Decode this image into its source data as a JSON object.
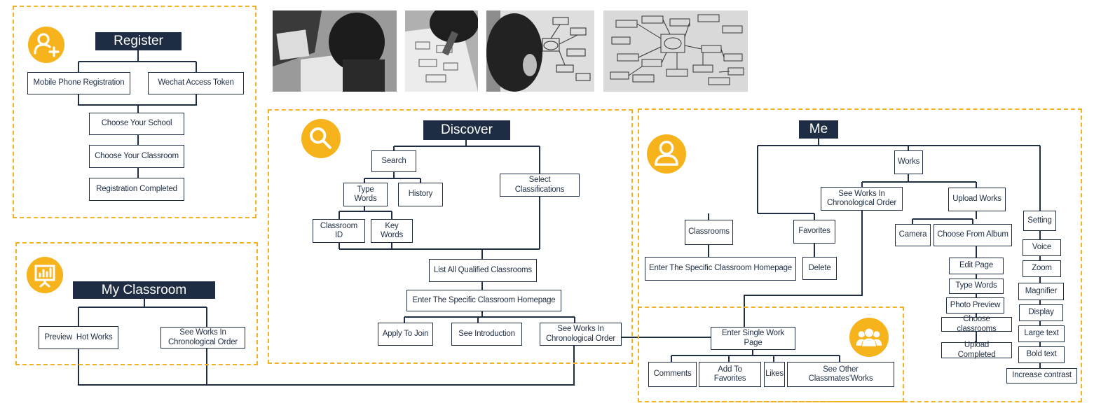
{
  "colors": {
    "line": "#1f2e42",
    "title_bg": "#1f2d44",
    "accent": "#f6b31c",
    "frame": "#f3b224"
  },
  "register": {
    "title": "Register",
    "mobile": "Mobile Phone Registration",
    "wechat": "Wechat Access Token",
    "school": "Choose Your School",
    "classroom": "Choose Your Classroom",
    "completed": "Registration Completed"
  },
  "my_classroom": {
    "title": "My Classroom",
    "preview": "Preview  Hot Works",
    "see_works": "See Works In Chronological Order"
  },
  "discover": {
    "title": "Discover",
    "search": "Search",
    "type_words": "Type Words",
    "history": "History",
    "classroom_id": "Classroom ID",
    "key_words": "Key Words",
    "select_classifications": "Select Classifications",
    "list_all": "List All Qualified Classrooms",
    "enter_homepage": "Enter The Specific Classroom Homepage",
    "apply": "Apply To Join",
    "introduction": "See Introduction",
    "see_works": "See Works In Chronological Order"
  },
  "me": {
    "title": "Me",
    "works": "Works",
    "see_works": "See Works In Chronological Order",
    "upload_works": "Upload Works",
    "classrooms": "Classrooms",
    "favorites": "Favorites",
    "enter_homepage": "Enter The Specific Classroom Homepage",
    "delete": "Delete",
    "camera": "Camera",
    "album": "Choose From Album",
    "edit_page": "Edit Page",
    "type_words": "Type Words",
    "photo_preview": "Photo Preview",
    "choose_classrooms": "Choose classrooms",
    "upload_completed": "Upload Completed",
    "setting": "Setting",
    "voice": "Voice",
    "zoom": "Zoom",
    "magnifier": "Magnifier",
    "display": "Display",
    "large_text": "Large text",
    "bold_text": "Bold text",
    "increase_contrast": "Increase contrast"
  },
  "work_page": {
    "enter": "Enter Single Work Page",
    "comments": "Comments",
    "add_favorites": "Add To Favorites",
    "likes": "Likes",
    "other": "See Other Classmates’Works"
  },
  "icons": [
    "add-user-icon",
    "presentation-icon",
    "search-icon",
    "user-icon",
    "group-icon"
  ],
  "photos": [
    "workshop-photo-laptop",
    "workshop-photo-sketching",
    "workshop-photo-wall-map",
    "workshop-photo-flowchart"
  ]
}
